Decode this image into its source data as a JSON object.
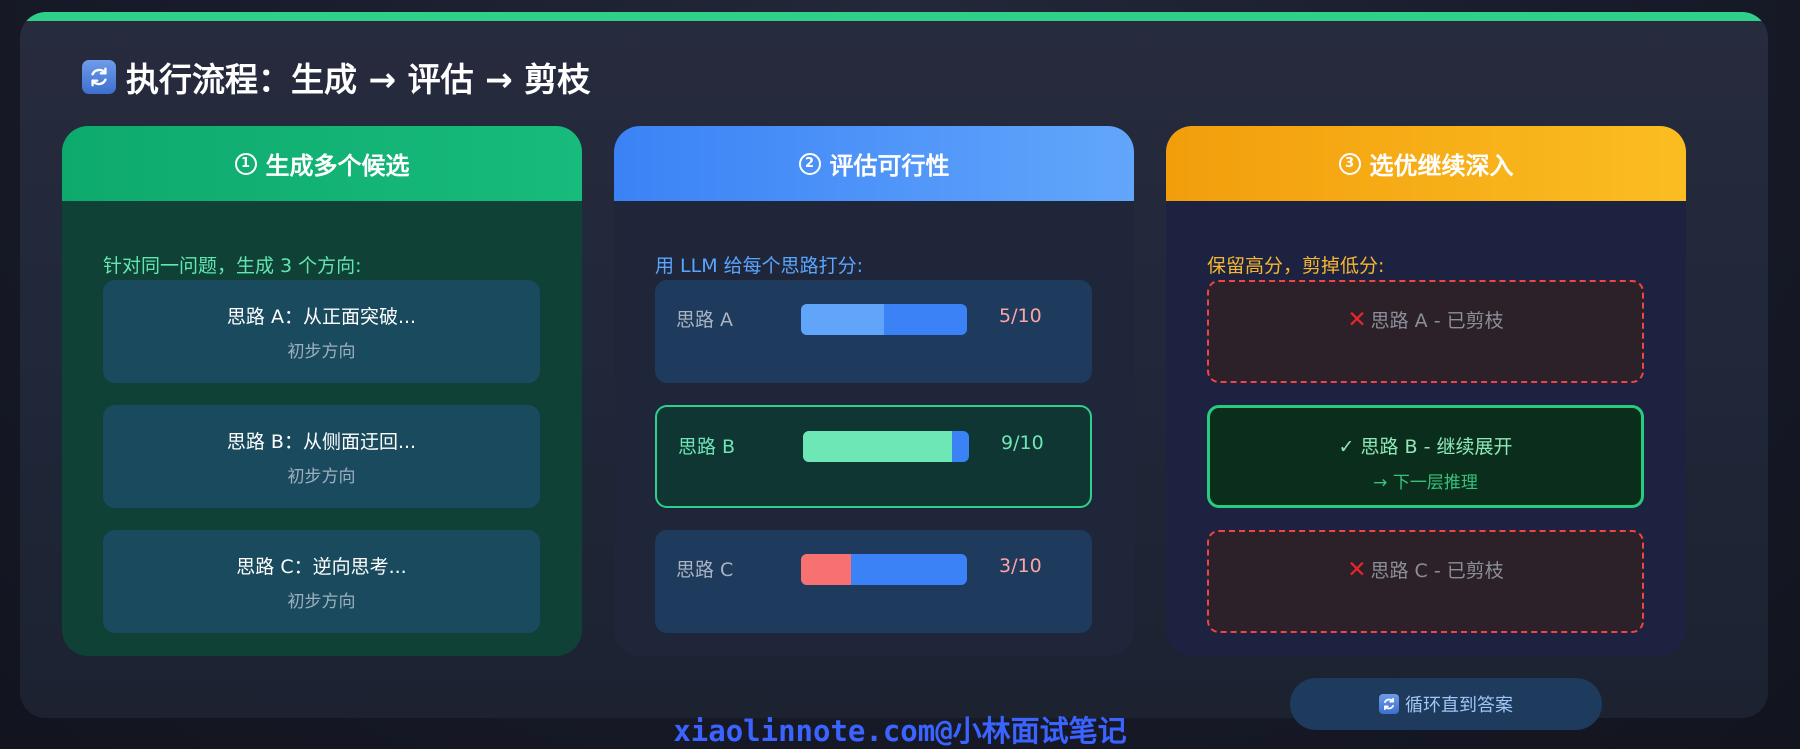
{
  "title": {
    "text": "执行流程：生成 → 评估 → 剪枝",
    "icon": "refresh-icon"
  },
  "accent_color": "#2fd08a",
  "cards": [
    {
      "step": "1",
      "header": "生成多个候选",
      "subtitle": "针对同一问题，生成 3 个方向:",
      "items": [
        {
          "title": "思路 A：从正面突破...",
          "sub": "初步方向"
        },
        {
          "title": "思路 B：从侧面迂回...",
          "sub": "初步方向"
        },
        {
          "title": "思路 C：逆向思考...",
          "sub": "初步方向"
        }
      ]
    },
    {
      "step": "2",
      "header": "评估可行性",
      "subtitle": "用 LLM 给每个思路打分:",
      "items": [
        {
          "name": "思路 A",
          "score": 5,
          "score_text": "5/10",
          "color": "#60a5fa",
          "score_color": "#fca5a5"
        },
        {
          "name": "思路 B",
          "score": 9,
          "score_text": "9/10",
          "color": "#6ee7b7",
          "score_color": "#6ee7b7",
          "highlight": true
        },
        {
          "name": "思路 C",
          "score": 3,
          "score_text": "3/10",
          "color": "#f87171",
          "score_color": "#fca5a5"
        }
      ]
    },
    {
      "step": "3",
      "header": "选优继续深入",
      "subtitle": "保留高分，剪掉低分:",
      "items": [
        {
          "status": "pruned",
          "label": "思路 A - 已剪枝",
          "icon": "x-icon"
        },
        {
          "status": "kept",
          "label": "✓ 思路 B - 继续展开",
          "sub": "→ 下一层推理"
        },
        {
          "status": "pruned",
          "label": "思路 C - 已剪枝",
          "icon": "x-icon"
        }
      ]
    }
  ],
  "loop_button": {
    "label": "循环直到答案",
    "icon": "refresh-icon"
  },
  "watermark": "xiaolinnote.com@小林面试笔记"
}
